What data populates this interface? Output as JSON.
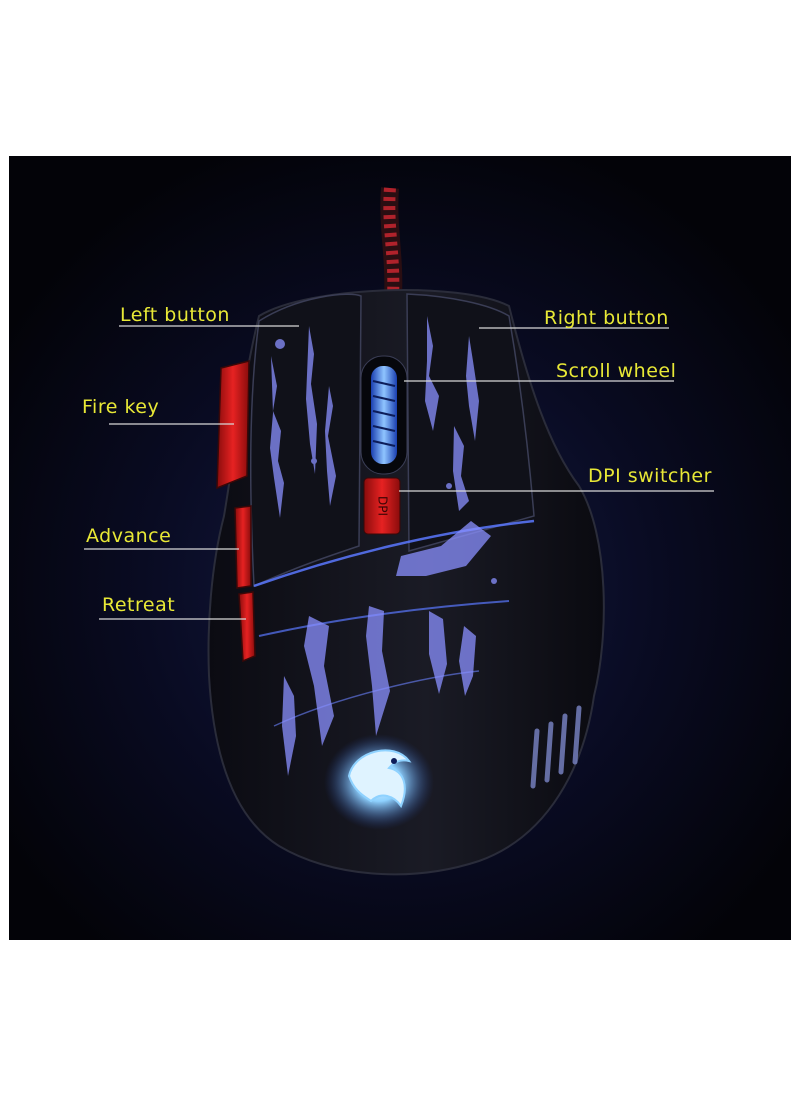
{
  "labels": {
    "left_button": "Left button",
    "right_button": "Right button",
    "scroll_wheel": "Scroll wheel",
    "fire_key": "Fire key",
    "dpi_switcher": "DPI switcher",
    "advance": "Advance",
    "retreat": "Retreat"
  },
  "mouse_markings": {
    "dpi_button_text": "DPI"
  },
  "colors": {
    "background": "#05060d",
    "label_text": "#e8e836",
    "leader_line": "#d8d8d8",
    "side_buttons": "#d81a1a",
    "led_glow": "#7f8cff"
  }
}
